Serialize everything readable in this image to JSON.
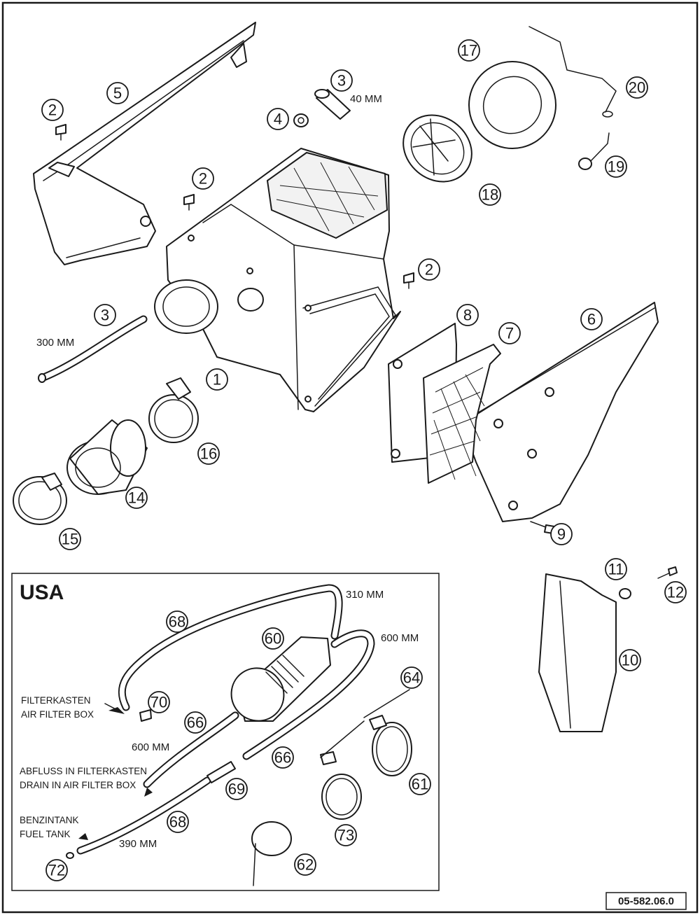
{
  "drawing_number": "05-582.06.0",
  "usa_box": {
    "title": "USA"
  },
  "callouts": {
    "c1": "1",
    "c2a": "2",
    "c2b": "2",
    "c2c": "2",
    "c3a": "3",
    "c3b": "3",
    "c4": "4",
    "c5": "5",
    "c6": "6",
    "c7": "7",
    "c8": "8",
    "c9": "9",
    "c10": "10",
    "c11": "11",
    "c12": "12",
    "c14": "14",
    "c15": "15",
    "c16": "16",
    "c17": "17",
    "c18": "18",
    "c19": "19",
    "c20": "20",
    "c60": "60",
    "c61": "61",
    "c62": "62",
    "c64": "64",
    "c66a": "66",
    "c66b": "66",
    "c68a": "68",
    "c68b": "68",
    "c69": "69",
    "c70": "70",
    "c72": "72",
    "c73": "73"
  },
  "dimensions": {
    "d40": "40 MM",
    "d300": "300 MM",
    "d310": "310 MM",
    "d600a": "600 MM",
    "d600b": "600 MM",
    "d390": "390 MM"
  },
  "notes": {
    "filterbox_de": "FILTERKASTEN",
    "filterbox_en": "AIR FILTER BOX",
    "drain_de": "ABFLUSS IN FILTERKASTEN",
    "drain_en": "DRAIN IN AIR FILTER BOX",
    "fuel_de": "BENZINTANK",
    "fuel_en": "FUEL TANK"
  }
}
